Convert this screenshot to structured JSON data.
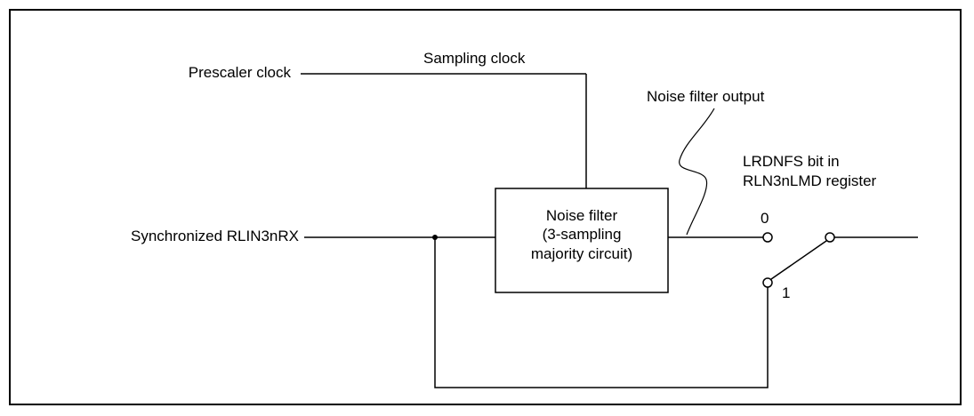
{
  "inputs": {
    "prescaler_clock": "Prescaler clock",
    "sampling_clock": "Sampling clock",
    "rx_signal": "Synchronized RLIN3nRX"
  },
  "noise_filter": {
    "line1": "Noise filter",
    "line2": "(3-sampling",
    "line3": "majority circuit)"
  },
  "annotations": {
    "noise_filter_output": "Noise filter output",
    "selector_bit_line1": "LRDNFS bit in",
    "selector_bit_line2": "RLN3nLMD register"
  },
  "switch": {
    "position_0": "0",
    "position_1": "1"
  }
}
